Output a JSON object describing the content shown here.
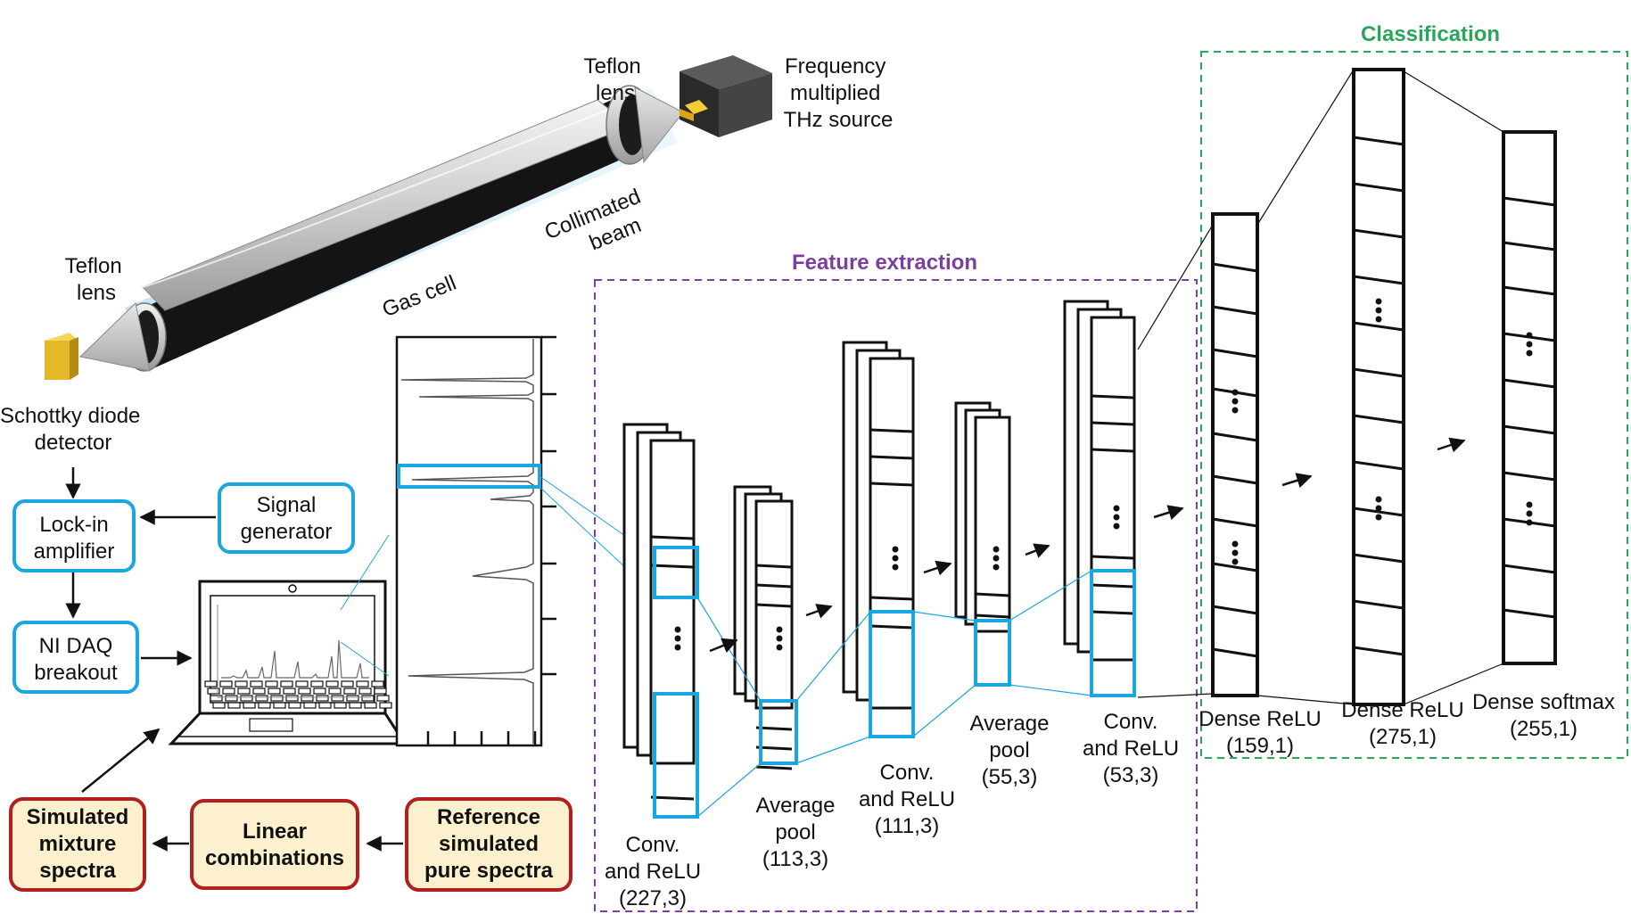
{
  "colors": {
    "feature_frame": "#7b3fa0",
    "classification_frame": "#2aa65a",
    "blue_box": "#1aa6de",
    "red_box": "#b11f1f",
    "cream_fill": "#fdf0cf",
    "source_fill": "#3a3a3a",
    "detector_fill": "#e3b928"
  },
  "icons": {
    "detector": "schottky-diode-icon",
    "source": "thz-source-box-icon",
    "laptop": "laptop-icon"
  },
  "setup": {
    "teflon_lens_right": [
      "Teflon",
      "lens"
    ],
    "thz_source": [
      "Frequency",
      "multiplied",
      "THz source"
    ],
    "collimated_beam": [
      "Collimated",
      "beam"
    ],
    "gas_cell": "Gas cell",
    "teflon_lens_left": [
      "Teflon",
      "lens"
    ],
    "detector": [
      "Schottky diode",
      "detector"
    ]
  },
  "flow": {
    "lock_in": [
      "Lock-in",
      "amplifier"
    ],
    "signal_generator": [
      "Signal",
      "generator"
    ],
    "ni_daq": [
      "NI DAQ",
      "breakout"
    ],
    "simulated_mixture": [
      "Simulated",
      "mixture",
      "spectra"
    ],
    "linear_combinations": [
      "Linear",
      "combinations"
    ],
    "reference_spectra": [
      "Reference",
      "simulated",
      "pure spectra"
    ]
  },
  "sections": {
    "feature_extraction": "Feature extraction",
    "classification": "Classification"
  },
  "layers": {
    "conv1": [
      "Conv.",
      "and ReLU",
      "(227,3)"
    ],
    "pool1": [
      "Average",
      "pool",
      "(113,3)"
    ],
    "conv2": [
      "Conv.",
      "and ReLU",
      "(111,3)"
    ],
    "pool2": [
      "Average",
      "pool",
      "(55,3)"
    ],
    "conv3": [
      "Conv.",
      "and ReLU",
      "(53,3)"
    ],
    "dense1": [
      "Dense ReLU",
      "(159,1)"
    ],
    "dense2": [
      "Dense ReLU",
      "(275,1)"
    ],
    "dense3": [
      "Dense softmax",
      "(255,1)"
    ]
  }
}
